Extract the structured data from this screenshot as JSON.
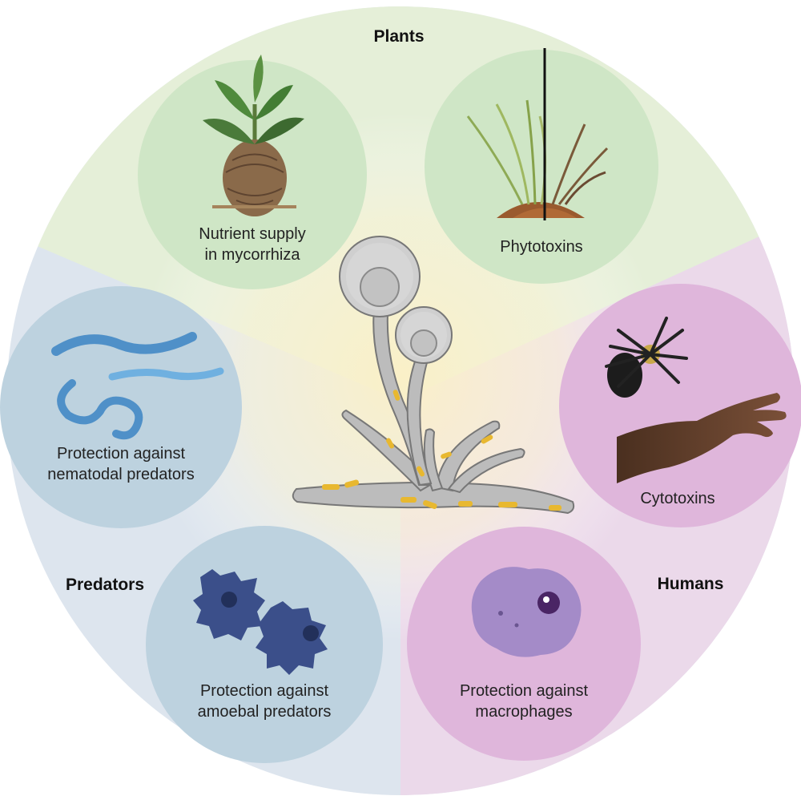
{
  "sectors": {
    "plants": "Plants",
    "predators": "Predators",
    "humans": "Humans"
  },
  "panels": {
    "nutrient": "Nutrient supply\nin mycorrhiza",
    "phytotoxins": "Phytotoxins",
    "nematodal": "Protection against\nnematodal predators",
    "amoebal": "Protection against\namoebal predators",
    "cytotoxins": "Cytotoxins",
    "macrophages": "Protection against\nmacrophages"
  },
  "colors": {
    "plants_sector": "#e6f0d8",
    "predators_sector": "#dce5ee",
    "humans_sector": "#ecd8ea",
    "center_glow": "#fbf2cf",
    "plant_circle": "#cde6c4",
    "predator_circle": "#bed2df",
    "human_circle": "#deb6da",
    "fungus_gray": "#b9b9b9",
    "fungus_outline": "#7a7a7a",
    "granules": "#e8b830"
  }
}
